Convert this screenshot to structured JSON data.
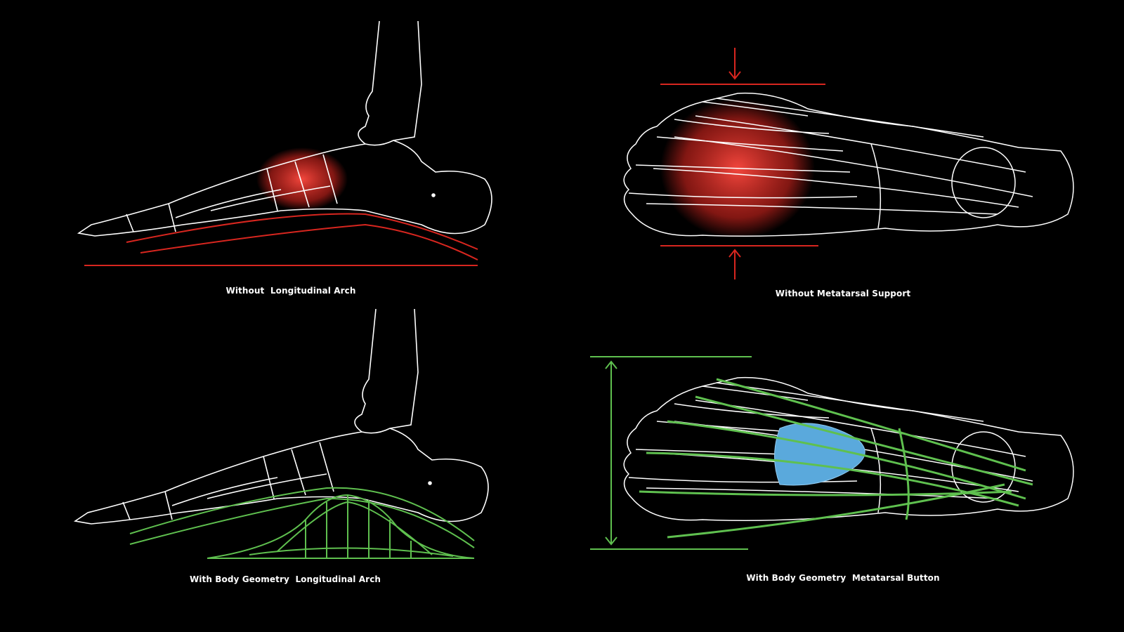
{
  "panels": [
    {
      "caption": "Without  Longitudinal Arch"
    },
    {
      "caption": "Without Metatarsal Support"
    },
    {
      "caption": "With Body Geometry  Longitudinal Arch"
    },
    {
      "caption": "With Body Geometry  Metatarsal Button"
    }
  ],
  "colors": {
    "background": "#000000",
    "bone": "#ffffff",
    "pain": "#e8322e",
    "support": "#5fc04f",
    "button": "#5aa9dc"
  }
}
